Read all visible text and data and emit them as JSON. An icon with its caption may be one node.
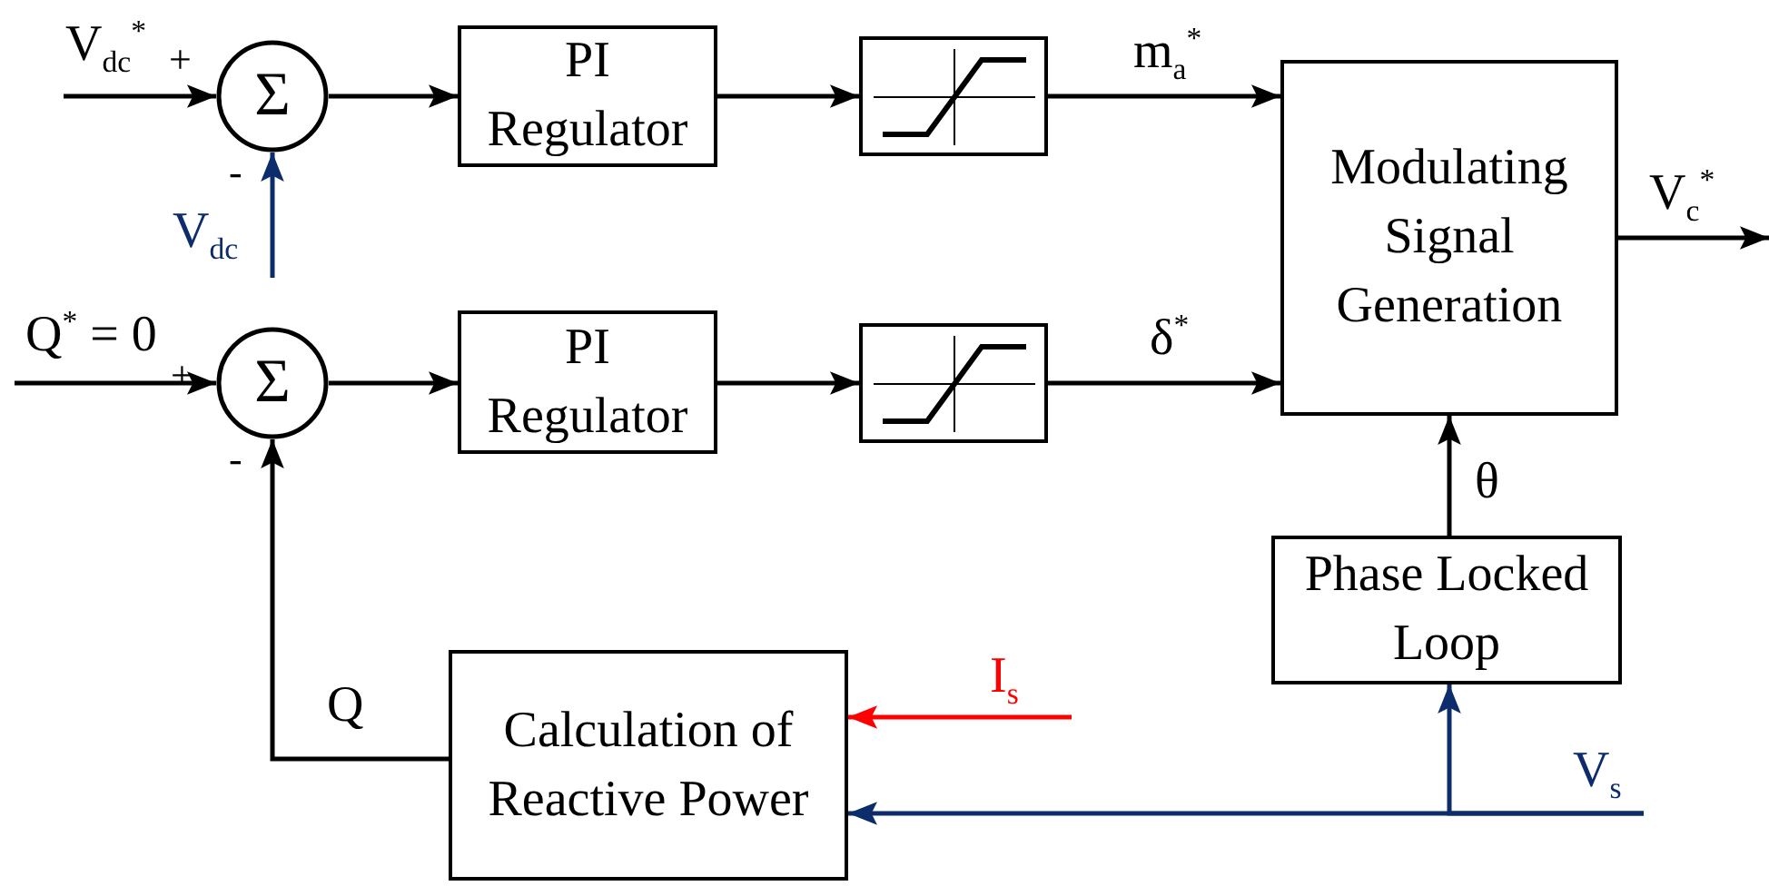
{
  "diagram": {
    "nodes": [
      {
        "text": [
          "Σ"
        ]
      },
      {
        "text": [
          "PI Regulator"
        ]
      },
      {
        "text": [],
        "shape": "box"
      },
      {
        "text": [
          "Modulating Signal Generation"
        ]
      },
      {
        "text": [
          "Σ"
        ]
      },
      {
        "text": [
          "PI Regulator"
        ]
      },
      {
        "text": [],
        "shape": "box"
      },
      {
        "text": [
          "Phase Locked Loop"
        ]
      },
      {
        "text": [
          "Calculation of Reactive Power"
        ]
      }
    ],
    "edges": [
      {
        "from": null,
        "to": 0,
        "arrow": "to",
        "label": "V$_{dc}$$^{*}$"
      },
      {
        "from": null,
        "to": 0,
        "arrow": "to",
        "label": "V$_{dc}$",
        "color": "#0d2c6c"
      },
      {
        "from": 0,
        "to": 1,
        "arrow": "to"
      },
      {
        "from": 1,
        "to": 2,
        "arrow": "to"
      },
      {
        "from": 2,
        "to": 3,
        "arrow": "to",
        "label": "m$_{a}$$^{*}$"
      },
      {
        "from": 3,
        "to": null,
        "arrow": "to",
        "label": "V$_{c}$$^{*}$"
      },
      {
        "from": null,
        "to": 4,
        "arrow": "to",
        "label": "Q$^{*}$ = 0"
      },
      {
        "from": 4,
        "to": 5,
        "arrow": "to"
      },
      {
        "from": 5,
        "to": 6,
        "arrow": "to"
      },
      {
        "from": 6,
        "to": 3,
        "arrow": "to",
        "label": "δ$^{*}$"
      },
      {
        "from": 7,
        "to": 3,
        "arrow": "to",
        "label": "θ"
      },
      {
        "from": 8,
        "to": 4,
        "arrow": "to",
        "label": "Q"
      },
      {
        "from": null,
        "to": 8,
        "arrow": "to",
        "label": "I$_{s}$",
        "color": "#ff0000"
      },
      {
        "from": null,
        "to": 8,
        "arrow": "to",
        "label": "V$_{s}$",
        "color": "#0d2c6c"
      },
      {
        "from": null,
        "to": 7,
        "arrow": "to",
        "color": "#0d2c6c"
      }
    ],
    "labels": [
      "+",
      "-",
      "+",
      "-"
    ]
  }
}
